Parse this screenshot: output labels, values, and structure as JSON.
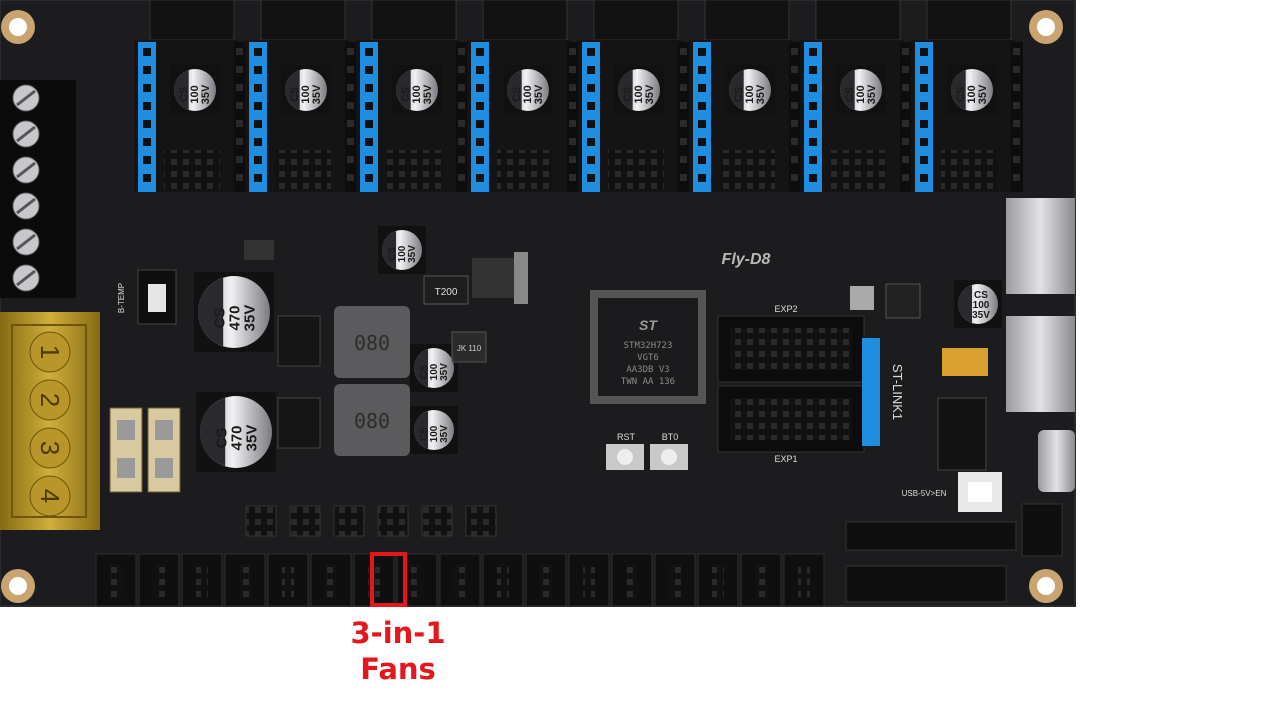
{
  "board": {
    "name": "Fly-D8",
    "driver_count": 8,
    "cap_label": [
      "CS",
      "100",
      "35V"
    ],
    "big_cap_label": [
      "CS",
      "470",
      "35V"
    ],
    "mcu_brand": "ST",
    "mcu_lines": [
      "STM32H723",
      "VGT6",
      "AA3DB V3",
      "TWN AA 136"
    ],
    "connectors": {
      "exp2": "EXP2",
      "exp1": "EXP1",
      "stlink": "ST-LINK1",
      "rst": "RST",
      "bt0": "BT0",
      "btemp": "B-TEMP",
      "t200": "T200",
      "usb_jumper": "USB-5V>EN",
      "inductor": "080",
      "jk": "JK 110"
    },
    "terminal_numbers": [
      "1",
      "2",
      "3",
      "4"
    ]
  },
  "annotation": {
    "line1": "3-in-1",
    "line2": "Fans",
    "color": "#e3171c"
  },
  "colors": {
    "pcb": "#1c1c1e",
    "header_blue": "#1f8de0",
    "terminal_yellow": "#c9a42a",
    "mount_gold": "#c7a470"
  }
}
